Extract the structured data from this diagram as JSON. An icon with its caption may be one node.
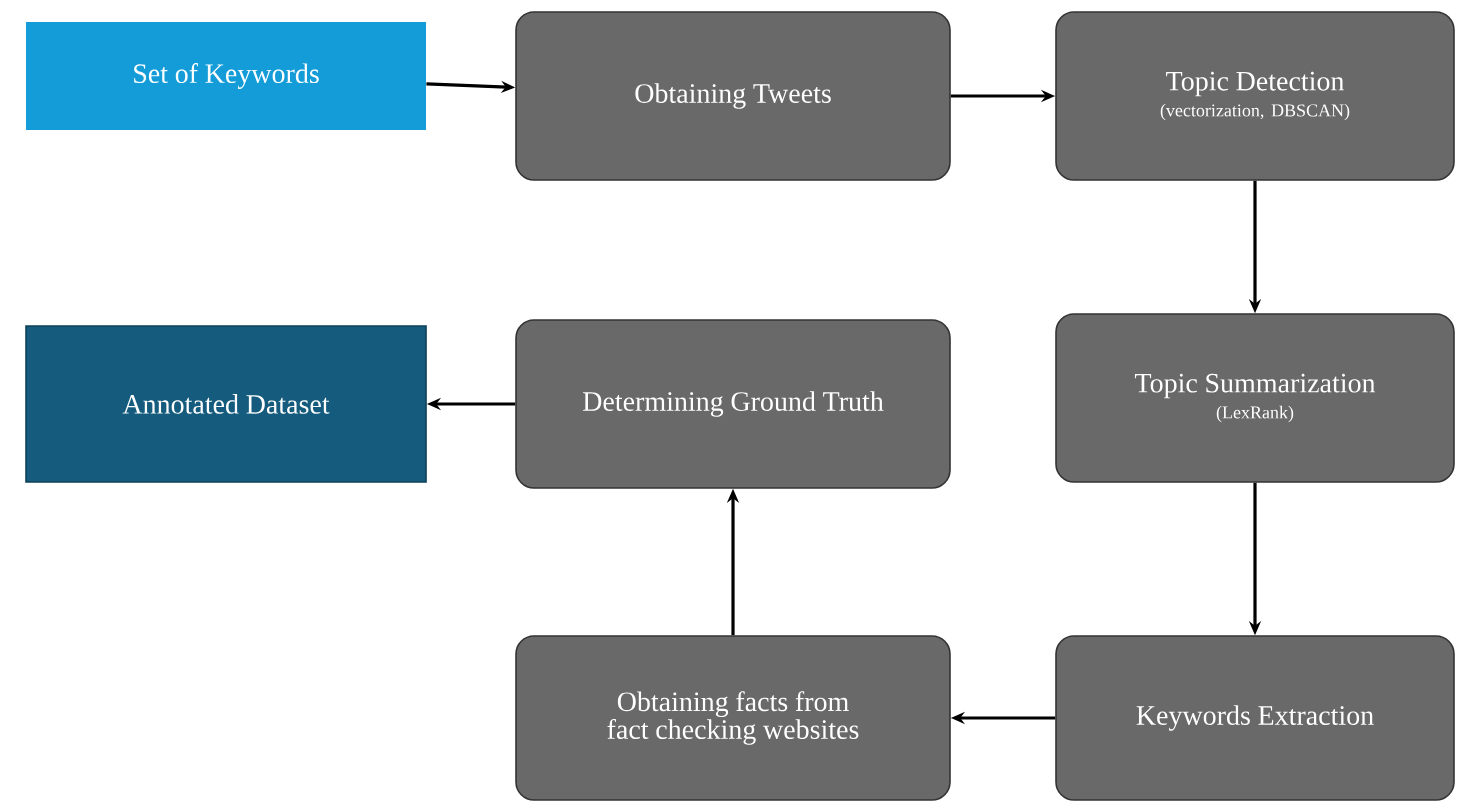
{
  "diagram": {
    "nodes": [
      {
        "text": [
          "Set of Keywords"
        ]
      },
      {
        "text": [
          "Obtaining Tweets"
        ]
      },
      {
        "text": [
          "Topic Detection",
          "(vectorization, DBSCAN)"
        ]
      },
      {
        "text": [
          "Topic Summarization",
          "(LexRank)"
        ]
      },
      {
        "text": [
          "Keywords Extraction"
        ]
      },
      {
        "text": [
          "Obtaining facts from fact checking websites"
        ]
      },
      {
        "text": [
          "Determining Ground Truth"
        ]
      },
      {
        "text": [
          "Annotated Dataset"
        ]
      }
    ],
    "edges": [
      {
        "from": 0,
        "to": 1,
        "arrow": "to"
      },
      {
        "from": 1,
        "to": 2,
        "arrow": "to"
      },
      {
        "from": 2,
        "to": 3,
        "arrow": "to"
      },
      {
        "from": 3,
        "to": 4,
        "arrow": "to"
      },
      {
        "from": 4,
        "to": 5,
        "arrow": "to"
      },
      {
        "from": 5,
        "to": 6,
        "arrow": "to"
      },
      {
        "from": 6,
        "to": 7,
        "arrow": "to"
      }
    ]
  }
}
